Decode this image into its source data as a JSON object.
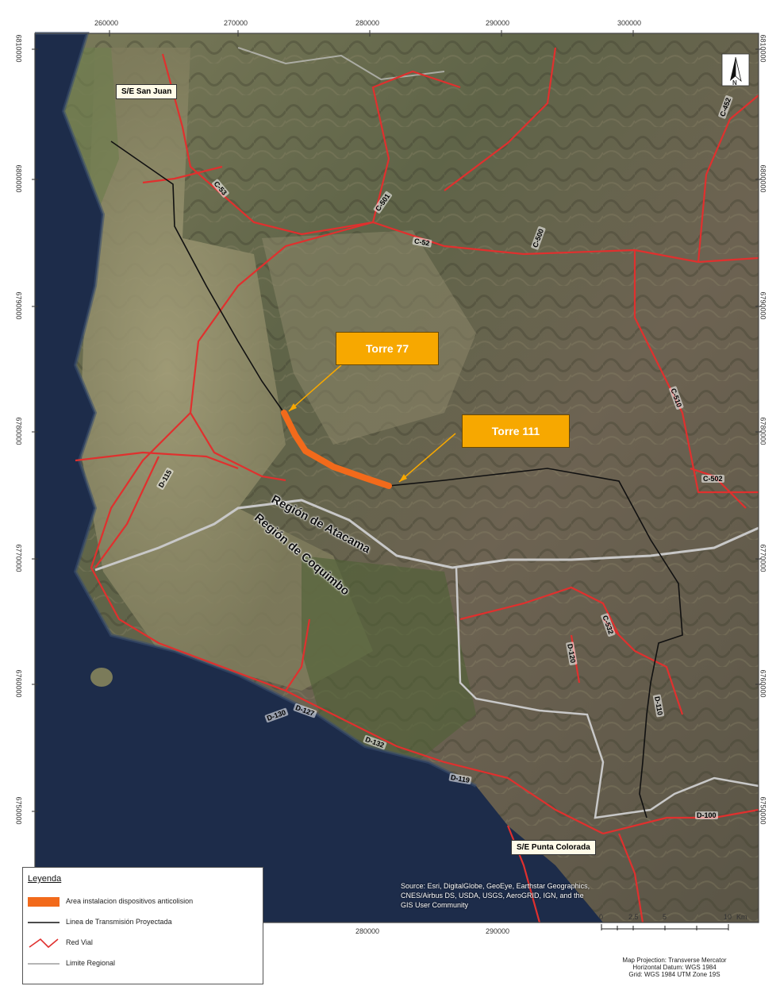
{
  "map": {
    "x_ticks": [
      "260000",
      "270000",
      "280000",
      "290000",
      "300000"
    ],
    "x_ticks_bottom": [
      "280000",
      "290000"
    ],
    "y_ticks": [
      "6810000",
      "6800000",
      "6790000",
      "6780000",
      "6770000",
      "6760000",
      "6750000"
    ],
    "north_arrow": "N",
    "colors": {
      "ocean": "#1d2c4a",
      "terrain": "#6b6a52",
      "road": "#e0302e",
      "transmission": "#111111",
      "install_area": "#f26a1b",
      "regional_limit": "#c8c8c8",
      "callout": "#f7a800"
    }
  },
  "callouts": {
    "torre77": "Torre 77",
    "torre111": "Torre 111"
  },
  "stations": {
    "san_juan": "S/E San Juan",
    "punta_colorada": "S/E Punta Colorada"
  },
  "roads": [
    "C-452",
    "C-53",
    "C-501",
    "C-52",
    "C-500",
    "C-510",
    "C-502",
    "C-532",
    "D-115",
    "D-120",
    "D-110",
    "D-130",
    "D-127",
    "D-132",
    "D-119",
    "D-100"
  ],
  "regions": {
    "atacama": "Región de Atacama",
    "coquimbo": "Región de Coquimbo"
  },
  "legend": {
    "title": "Leyenda",
    "items": [
      {
        "symbol": "orange-fill",
        "label": "Area instalacion dispositivos anticolision"
      },
      {
        "symbol": "black-line",
        "label": "Linea de Transmisión Proyectada"
      },
      {
        "symbol": "red-road",
        "label": "Red Vial"
      },
      {
        "symbol": "gray-line",
        "label": "Limite Regional"
      }
    ]
  },
  "source_text": "Source: Esri, DigitalGlobe, GeoEye, Earthstar Geographics, CNES/Airbus DS, USDA, USGS, AeroGRID, IGN, and the GIS User Community",
  "scale": {
    "ticks": [
      "0",
      "2.5",
      "5",
      "10"
    ],
    "unit": "Km"
  },
  "projection": [
    "Map Projection: Transverse Mercator",
    "Horizontal Datum: WGS 1984",
    "Grid: WGS 1984 UTM Zone 19S"
  ]
}
